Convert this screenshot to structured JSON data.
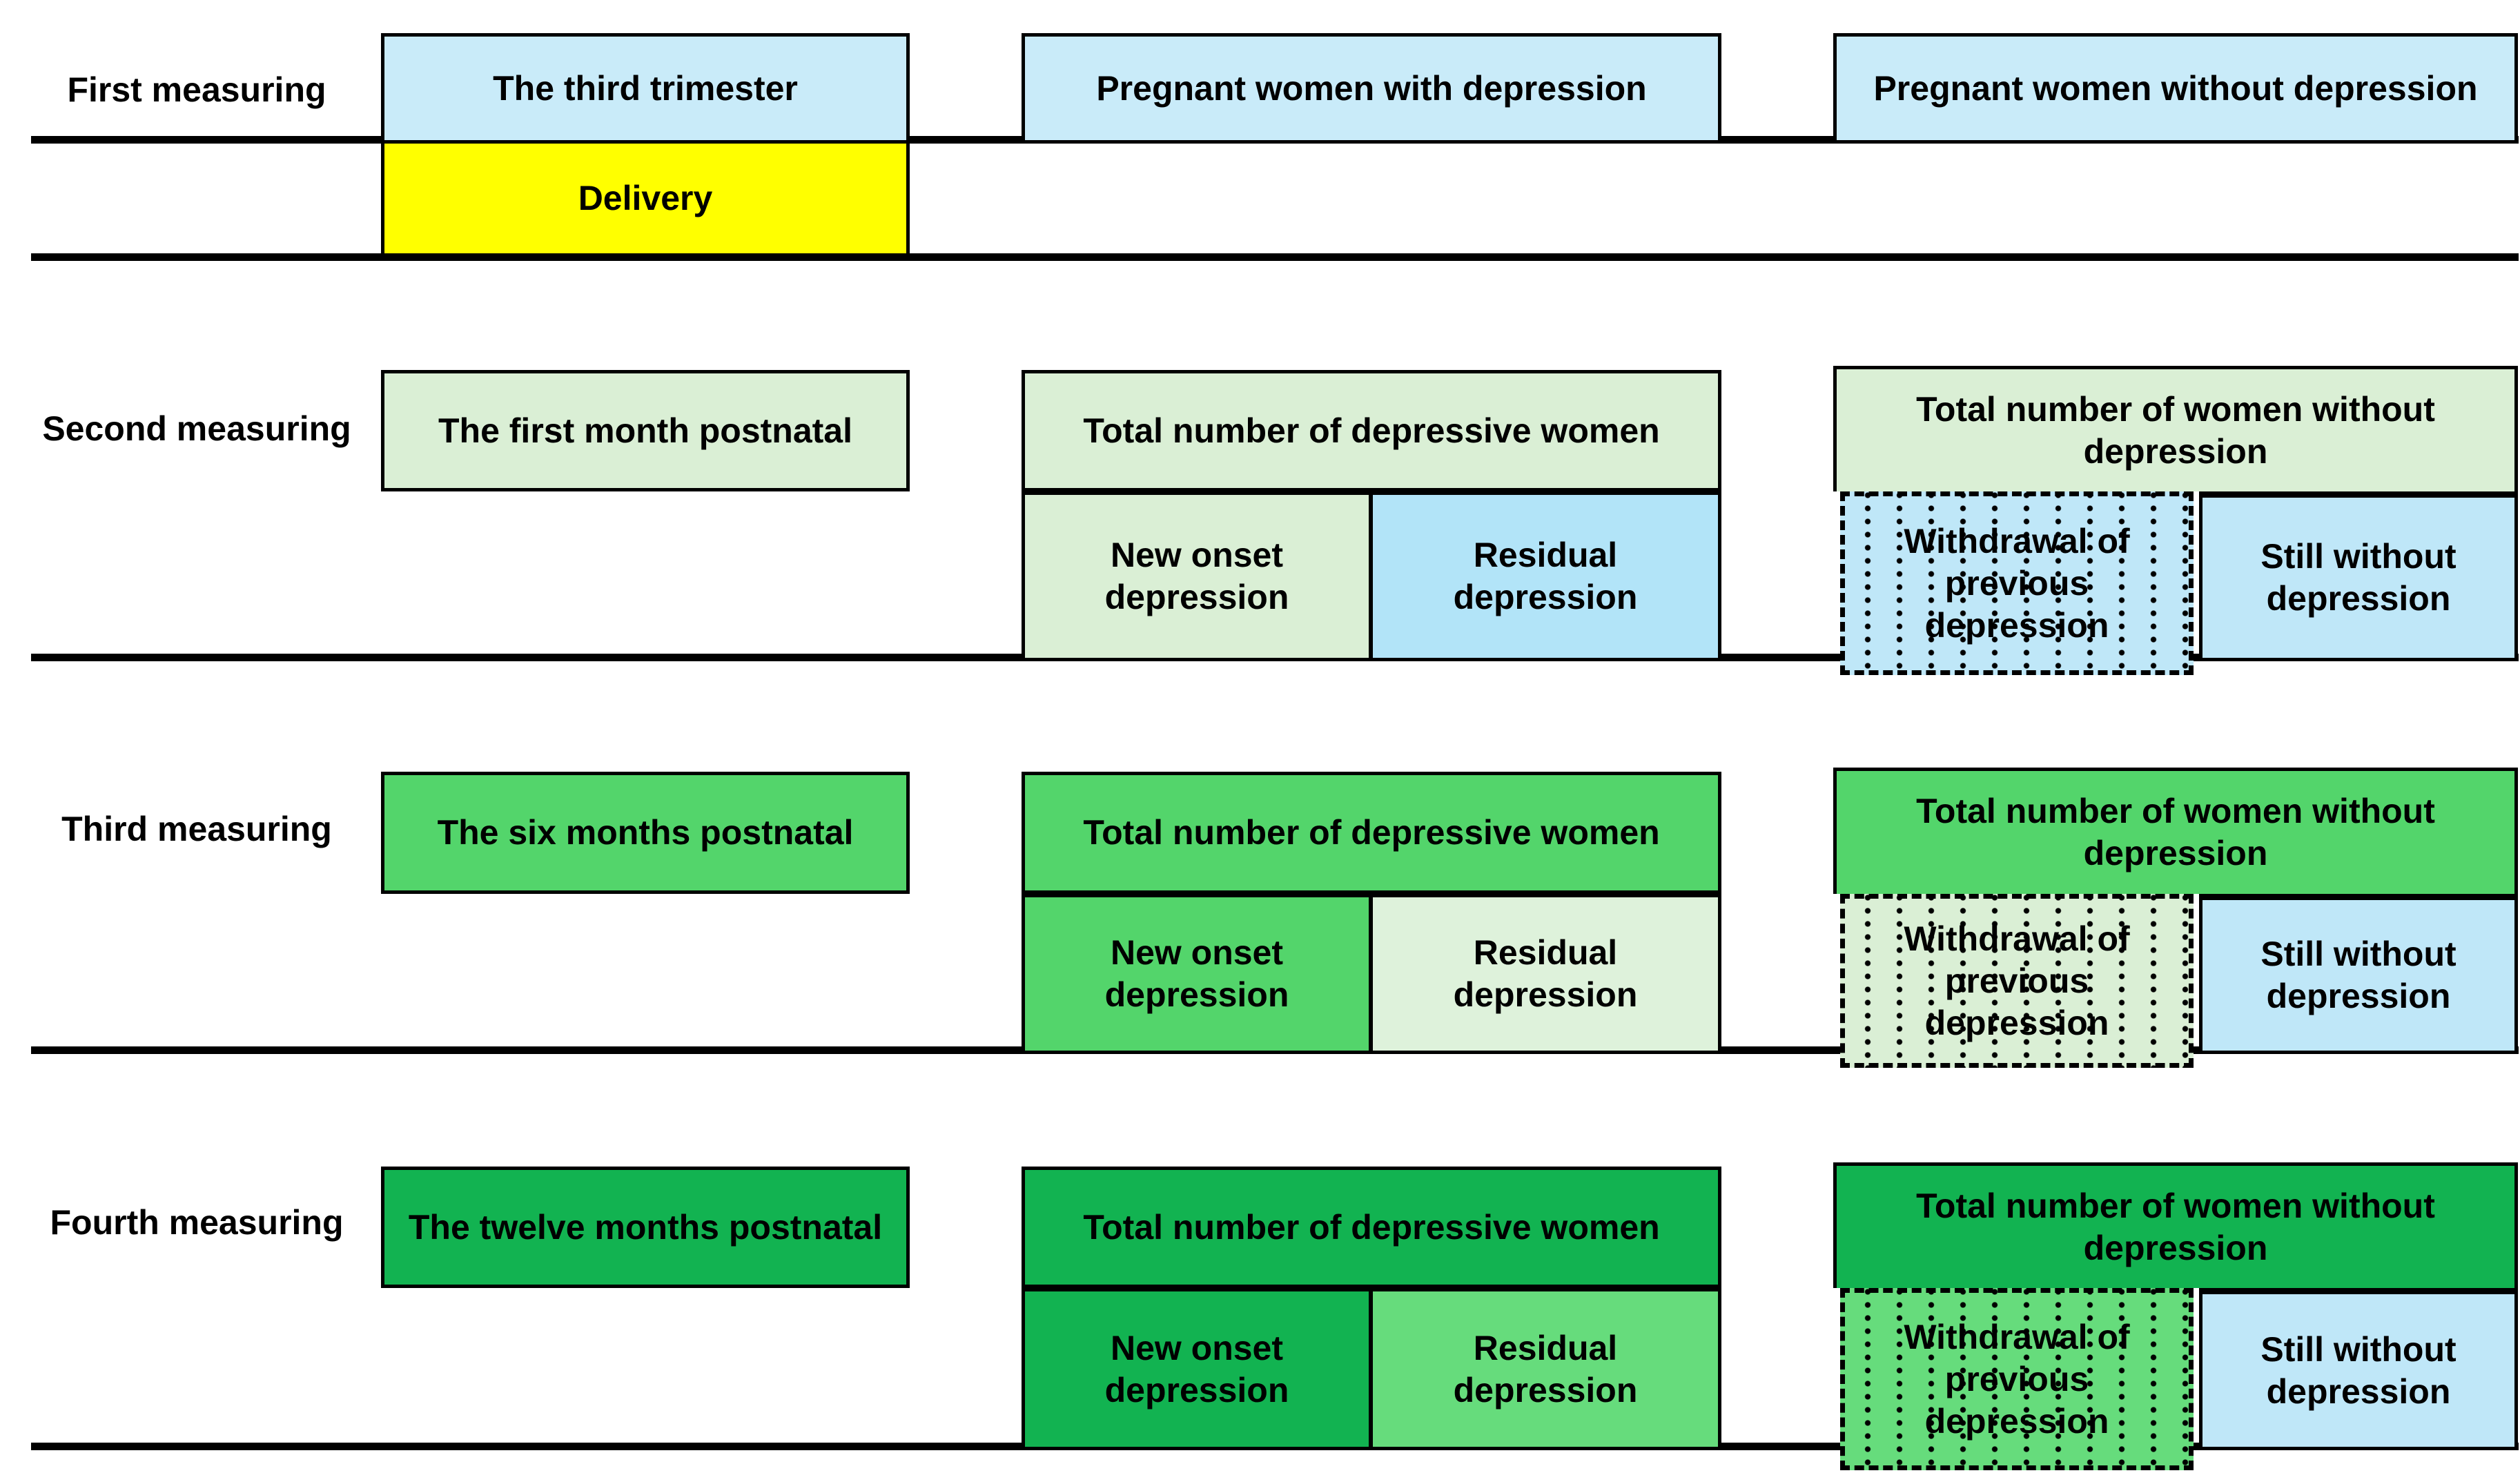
{
  "diagram": {
    "title": "Study measuring timeline of depression in women from pregnancy to twelve months postnatal",
    "rows": [
      {
        "label": "First measuring",
        "timepoint": "The third trimester",
        "event": "Delivery",
        "depressed_group": "Pregnant women with depression",
        "non_depressed_group": "Pregnant women without depression"
      },
      {
        "label": "Second measuring",
        "timepoint": "The first month postnatal",
        "depressed_total": "Total number of depressive women",
        "new_onset": "New onset depression",
        "residual": "Residual depression",
        "non_depressed_total": "Total number of women without depression",
        "withdrawal": "Withdrawal of previous depression",
        "still_without": "Still without depression"
      },
      {
        "label": "Third measuring",
        "timepoint": "The six months postnatal",
        "depressed_total": "Total number of depressive women",
        "new_onset": "New onset depression",
        "residual": "Residual depression",
        "non_depressed_total": "Total number of women without depression",
        "withdrawal": "Withdrawal of previous depression",
        "still_without": "Still without depression"
      },
      {
        "label": "Fourth measuring",
        "timepoint": "The twelve months postnatal",
        "depressed_total": "Total number of depressive women",
        "new_onset": "New onset depression",
        "residual": "Residual depression",
        "non_depressed_total": "Total number of women without depression",
        "withdrawal": "Withdrawal of previous depression",
        "still_without": "Still without depression"
      }
    ],
    "colors": {
      "ink": "#000000",
      "row1_blue": "#C9EBF9",
      "delivery_yellow": "#FFFF00",
      "row2_green": "#DAEFD5",
      "row2_residual_blue": "#B2E4F8",
      "still_blue": "#BFE7F8",
      "row3_green": "#53D56B",
      "row3_residual_green": "#DEF2DB",
      "row4_green": "#12B351",
      "row4_residual_green": "#66DC7C"
    }
  }
}
